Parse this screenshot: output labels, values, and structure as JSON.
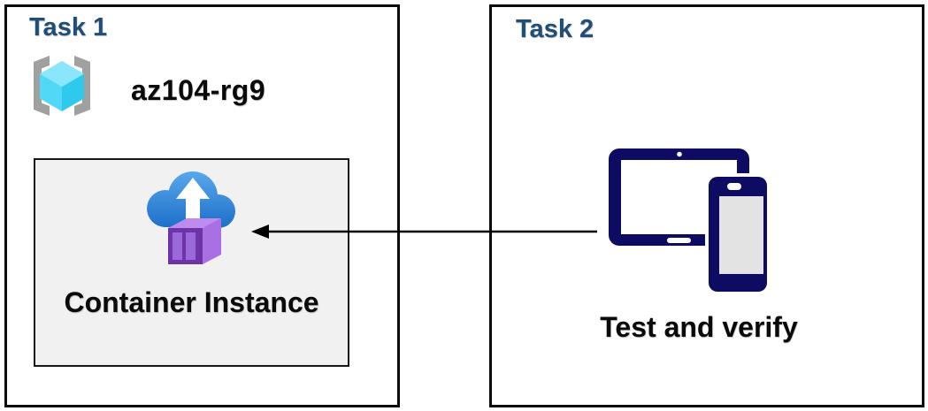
{
  "diagram": {
    "task1": {
      "title": "Task 1",
      "resource_group": {
        "icon": "resource-group-icon",
        "name": "az104-rg9"
      },
      "container_card": {
        "icon": "container-instance-icon",
        "label": "Container Instance"
      }
    },
    "task2": {
      "title": "Task 2",
      "devices": {
        "icon": "devices-icon",
        "label": "Test and verify"
      }
    },
    "arrow": {
      "from": "devices-icon",
      "to": "container-instance-icon",
      "direction": "right-to-left"
    },
    "colors": {
      "title_blue": "#1f4e79",
      "box_border": "#0b0b0b",
      "inner_box_bg": "#f1f1f1",
      "inner_box_border": "#161616",
      "device_navy": "#0d0c62",
      "phone_screen_gray": "#e3e3e3",
      "cloud_blue_light": "#59a7ec",
      "cloud_blue_dark": "#1a6dc8",
      "container_purple_frame": "#6d34a8",
      "container_purple_panel": "#9b69dc",
      "container_purple_side": "#a970e4",
      "container_purple_top": "#be8cef",
      "rg_bracket_gray": "#a0a0a0",
      "cube_top": "#8ae6fa",
      "cube_left": "#52d8f7",
      "cube_right": "#2fc9ee",
      "text_black": "#0a0a0a"
    }
  }
}
